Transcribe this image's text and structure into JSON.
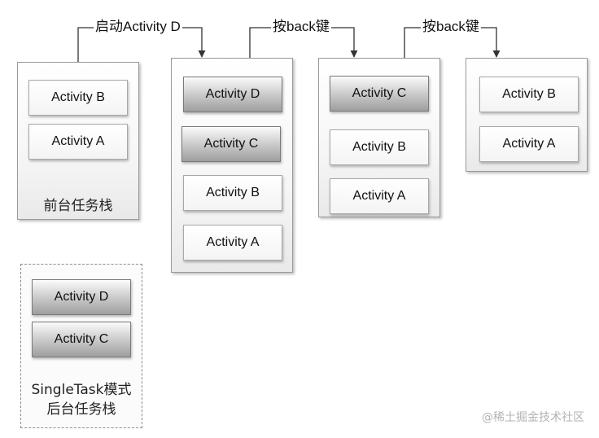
{
  "transitions": [
    {
      "label": "启动Activity D"
    },
    {
      "label": "按back键"
    },
    {
      "label": "按back键"
    }
  ],
  "stacks": [
    {
      "caption": "前台任务栈",
      "activities": [
        "Activity B",
        "Activity A"
      ]
    },
    {
      "activities": [
        "Activity D",
        "Activity C",
        "Activity B",
        "Activity A"
      ]
    },
    {
      "activities": [
        "Activity C",
        "Activity B",
        "Activity A"
      ]
    },
    {
      "activities": [
        "Activity B",
        "Activity A"
      ]
    }
  ],
  "background_stack": {
    "caption_line1": "SingleTask模式",
    "caption_line2": "后台任务栈",
    "activities": [
      "Activity D",
      "Activity C"
    ]
  },
  "watermark": "@稀土掘金技术社区",
  "colors": {
    "moved_activity": "#a8a8a8",
    "normal_activity": "#f6f6f6",
    "connector": "#333333"
  }
}
